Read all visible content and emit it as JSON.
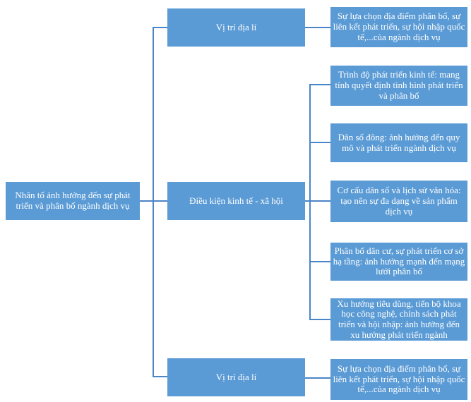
{
  "diagram": {
    "title": "Nhân tố ảnh hưởng đến sự phát triển và phân bố ngành dịch vụ",
    "root": {
      "label": "Nhân tố ảnh hưởng đến sự phát triển và phân bố ngành dịch vụ"
    },
    "branches": [
      {
        "label": "Vị trí địa lí",
        "children": [
          "Sự lựa chọn địa điểm phân bố, sự liên kết phát triển, sự hội nhập quốc tế,...của ngành dịch vụ"
        ]
      },
      {
        "label": "Điều kiện kinh tế - xã hội",
        "children": [
          "Trình độ phát triển kinh tế: mang tính quyết định tình hình phát triển và phân bố",
          "Dân số đông: ảnh hưởng đến quy mô và phát triển ngành dịch vụ",
          "Cơ cấu dân số và lịch sử văn hóa: tạo nên sự đa dạng về sản phẩm dịch vụ",
          "Phân bố dân cư, sự phát triển cơ sở hạ tầng: ảnh hưởng mạnh đến mạng lưới phân bố",
          "Xu hướng tiêu dùng, tiến bộ khoa học công nghệ, chính sách phát triển và hội nhập: ảnh hưởng đến xu hướng phát triển ngành"
        ]
      },
      {
        "label": "Vị trí địa lí",
        "children": [
          "Sự lựa chọn địa điểm phân bố, sự liên kết phát triển, sự hội nhập quốc tế,...của ngành dịch vụ"
        ]
      }
    ],
    "colors": {
      "node_fill": "#5b9bd5",
      "node_text": "#ffffff",
      "connector": "#4a85c8",
      "background": "#ffffff"
    }
  }
}
